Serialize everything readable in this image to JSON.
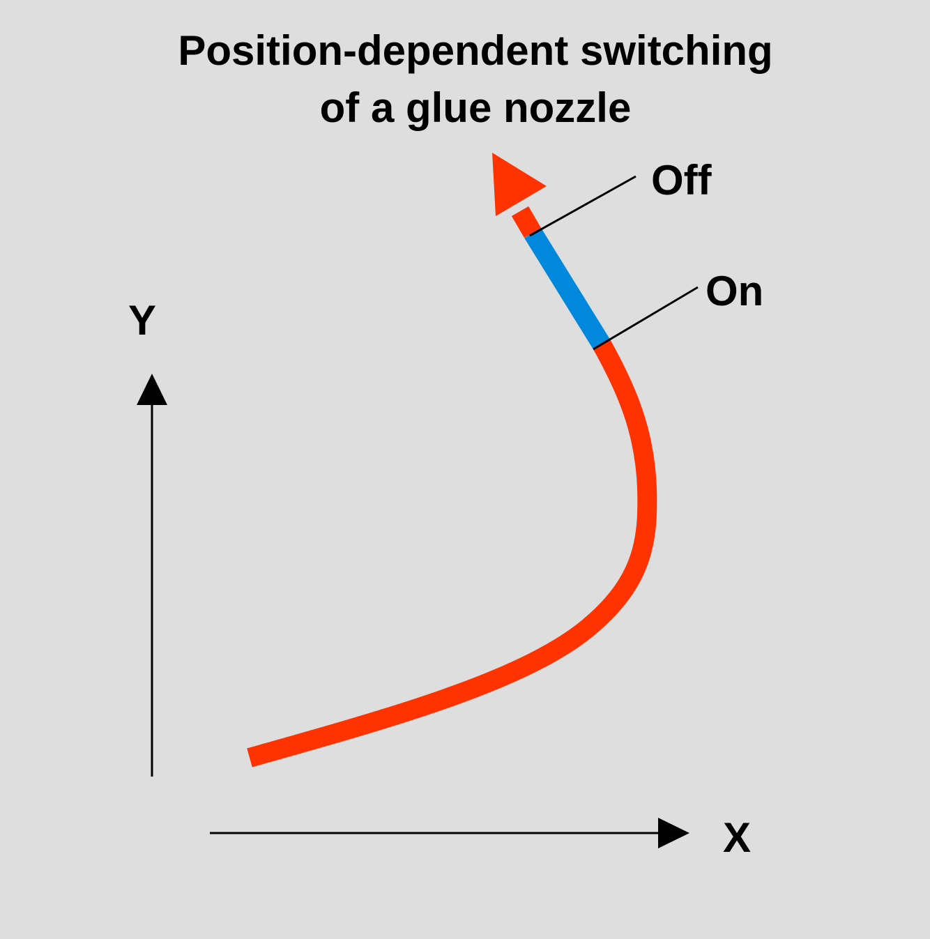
{
  "title": {
    "line1": "Position-dependent switching",
    "line2": "of a glue nozzle"
  },
  "axes": {
    "x_label": "X",
    "y_label": "Y"
  },
  "markers": {
    "off_label": "Off",
    "on_label": "On"
  },
  "colors": {
    "background": "#dedede",
    "path": "#ff3300",
    "glue_segment": "#0088dd",
    "axis": "#000000"
  }
}
